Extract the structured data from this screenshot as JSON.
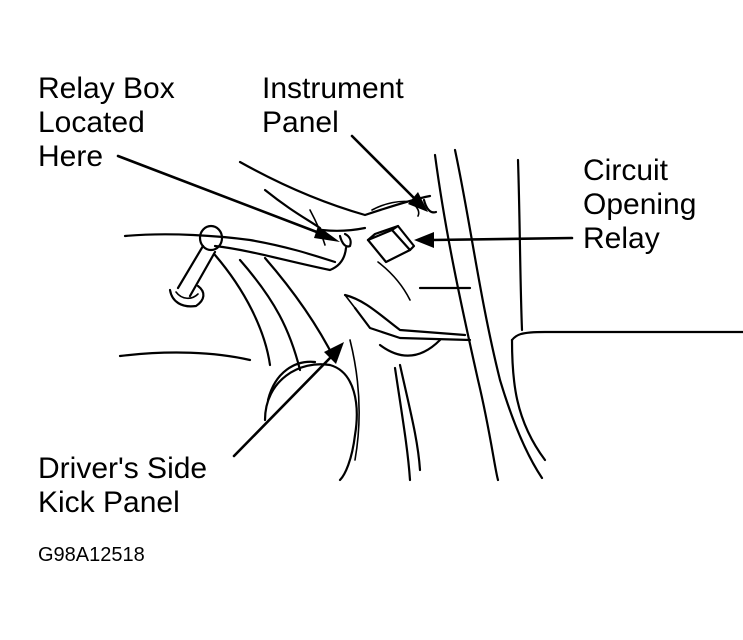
{
  "labels": {
    "relay_box": [
      "Relay Box",
      "Located",
      "Here"
    ],
    "instrument_panel": [
      "Instrument",
      "Panel"
    ],
    "circuit_opening_relay": [
      "Circuit",
      "Opening",
      "Relay"
    ],
    "kick_panel": [
      "Driver's Side",
      "Kick Panel"
    ]
  },
  "figure_code": "G98A12518",
  "colors": {
    "line": "#000000",
    "background": "#ffffff"
  }
}
